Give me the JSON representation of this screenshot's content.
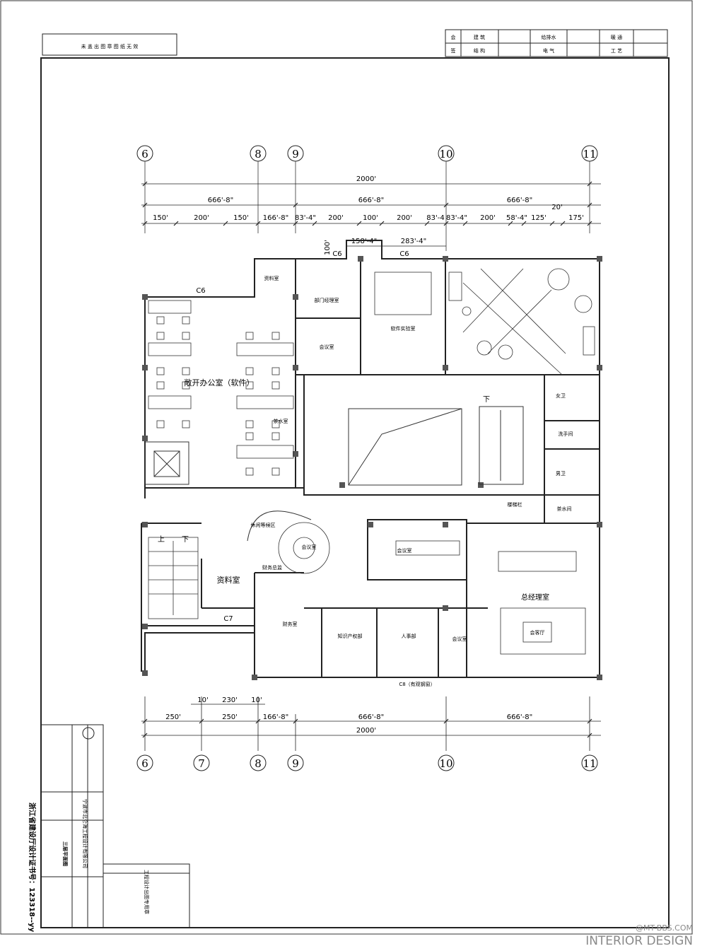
{
  "stamp_box": {
    "text": "未 盖 出 图 章 图 纸 无 效"
  },
  "signoff_table": {
    "row1": [
      "会",
      "建 筑",
      "给排水",
      "暖 通"
    ],
    "row2": [
      "签",
      "结 构",
      "电 气",
      "工 艺"
    ]
  },
  "gridlines_top": [
    "6",
    "8",
    "9",
    "10",
    "11"
  ],
  "gridlines_bottom": [
    "6",
    "7",
    "8",
    "9",
    "10",
    "11"
  ],
  "dims_top": {
    "total": "2000'",
    "thirds": [
      "666'-8\"",
      "666'-8\"",
      "666'-8\""
    ],
    "detail": [
      "150'",
      "200'",
      "150'",
      "166'-8\"",
      "83'-4\"",
      "200'",
      "100'",
      "200'",
      "83'-4",
      "83'-4\"",
      "200'",
      "58'-4\"",
      "125'",
      "175'"
    ],
    "small": [
      "20'",
      "100'",
      "158'-4\"",
      "283'-4\""
    ]
  },
  "dims_bottom": {
    "top_row": [
      "10'",
      "230'",
      "10'"
    ],
    "mid_row": [
      "250'",
      "250'",
      "166'-8\"",
      "666'-8\"",
      "666'-8\""
    ],
    "total": "2000'"
  },
  "windows": {
    "c6a": "C6",
    "c6b": "C6",
    "c6c": "C6",
    "c7": "C7",
    "c8": "C8（有观钢窗）"
  },
  "rooms": {
    "open_office": "敞开办公室（软件）",
    "archive_small": "资料室",
    "dept_manager": "部门经理室",
    "meeting_small": "会议室",
    "software_lab": "软件实验室",
    "tea_room": "茶水室",
    "women_wc": "女卫",
    "washroom": "洗手间",
    "men_wc": "男卫",
    "pantry": "茶水间",
    "archive": "资料室",
    "lounge": "休闲等候区",
    "meeting_round": "会议室",
    "meeting_large": "会议室",
    "finance_supervisor": "财务总监",
    "finance": "财务室",
    "ip_dept": "知识产权部",
    "hr": "人事部",
    "meeting_ceo": "会议室",
    "ceo": "总经理室",
    "reception": "会客厅",
    "stairs_up": "上",
    "stairs_down": "下",
    "stairs_down2": "下",
    "skylight_label": "楼梯栏"
  },
  "title_block": {
    "company": "宁波市北仑海工程设计有限公司",
    "certificate": "浙江省建设厅设计证书号：123318--yy",
    "drawing_name": "三层平面图",
    "project": "工程设计出图专用章"
  },
  "watermark": {
    "site": "@MT-BBS.COM",
    "brand": "INTERIOR DESIGN"
  }
}
